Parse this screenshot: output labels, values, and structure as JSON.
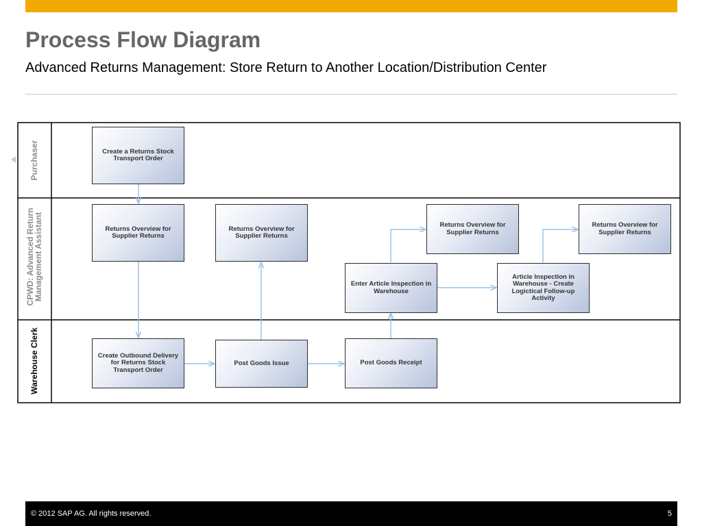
{
  "header": {
    "title": "Process Flow Diagram",
    "subtitle": "Advanced Returns Management: Store Return to Another Location/Distribution Center"
  },
  "lanes": [
    {
      "label": "Purchaser"
    },
    {
      "label": "CPWD: Advanced Return Management Assistant"
    },
    {
      "label": "Warehouse Clerk"
    }
  ],
  "steps": {
    "create_stock_transport": "Create a Returns Stock Transport Order",
    "returns_overview_1": "Returns Overview for Supplier Returns",
    "returns_overview_2": "Returns Overview for Supplier Returns",
    "returns_overview_3": "Returns Overview for Supplier Returns",
    "returns_overview_4": "Returns Overview for Supplier Returns",
    "enter_inspection": "Enter Article Inspection in Warehouse",
    "article_inspection": "Article Inspection in Warehouse -  Create Logictical Follow-up Activity",
    "create_outbound": "Create Outbound Delivery for Returns Stock Transport Order",
    "post_goods_issue": "Post Goods Issue",
    "post_goods_receipt": "Post Goods Receipt"
  },
  "footer": {
    "copyright": "©  2012 SAP AG. All rights reserved.",
    "page_number": "5"
  },
  "colors": {
    "brand_bar": "#f0ab00",
    "arrow": "#9cc3e6",
    "box_border": "#2b2b2b",
    "footer_bg": "#000000"
  }
}
